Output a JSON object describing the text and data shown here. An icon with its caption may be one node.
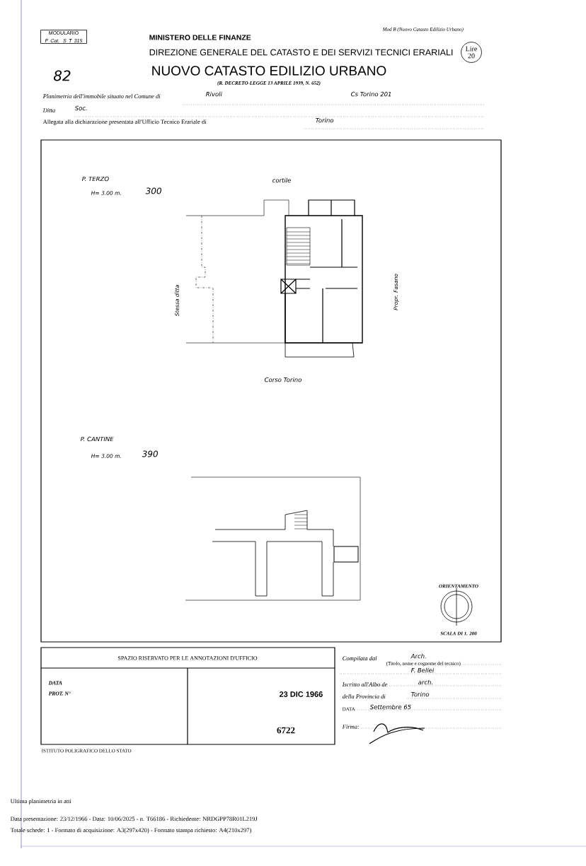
{
  "diagram": {
    "title": "NUOVO CATASTO EDILIZIO URBANO",
    "nodes": [
      {
        "text": [
          "MODULARIO",
          "F Cat. S T 315"
        ]
      },
      {
        "text": [
          "Lire 20"
        ]
      }
    ],
    "labels": [
      "Mod B (Nuovo Catasto Edilizio Urbano)",
      "MINISTERO DELLE FINANZE",
      "DIREZIONE GENERALE DEL CATASTO E DEI SERVIZI TECNICI ERARIALI",
      "82",
      "(R. DECRETO-LEGGE 13 APRILE 1939, N. 652)",
      "Planimetria dell'immobile situato nel Comune di",
      "Rivoli",
      "Cs Torino 201",
      "Ditta",
      "Soc.",
      "Allegata alla dichiarazione presentata all'Ufficio Tecnico Erariale di",
      "Torino",
      "P. TERZO",
      "H= 3.00 m.",
      "300",
      "cortile",
      "Stessa ditta",
      "Propr. Fasano",
      "Corso Torino",
      "P. CANTINE",
      "H= 3.00 m.",
      "390",
      "ORIENTAMENTO",
      "SCALA DI 1. 200",
      "SPAZIO RISERVATO PER LE ANNOTAZIONI D'UFFICIO",
      "DATA",
      "PROT. N°",
      "23 DIC 1966",
      "6722",
      "Compilata dal",
      "Arch.",
      "(Titolo, nome e cognome del tecnico)",
      "F. Bellei",
      "Iscritto all'Albo de",
      "arch.",
      "della Provincia di",
      "Torino",
      "DATA",
      "Settembre 65",
      "Firma:",
      "ISTITUTO POLIGRAFICO DELLO STATO",
      "Ultima planimetria in atti",
      "Data presentazione: 23/12/1966 - Data: 10/06/2025 - n. T66186 - Richiedente: NRDGPP78R01L219J",
      "Totale schede: 1 - Formato di acquisizione: A3(297x420)  - Formato stampa richiesto: A4(210x297)"
    ]
  }
}
